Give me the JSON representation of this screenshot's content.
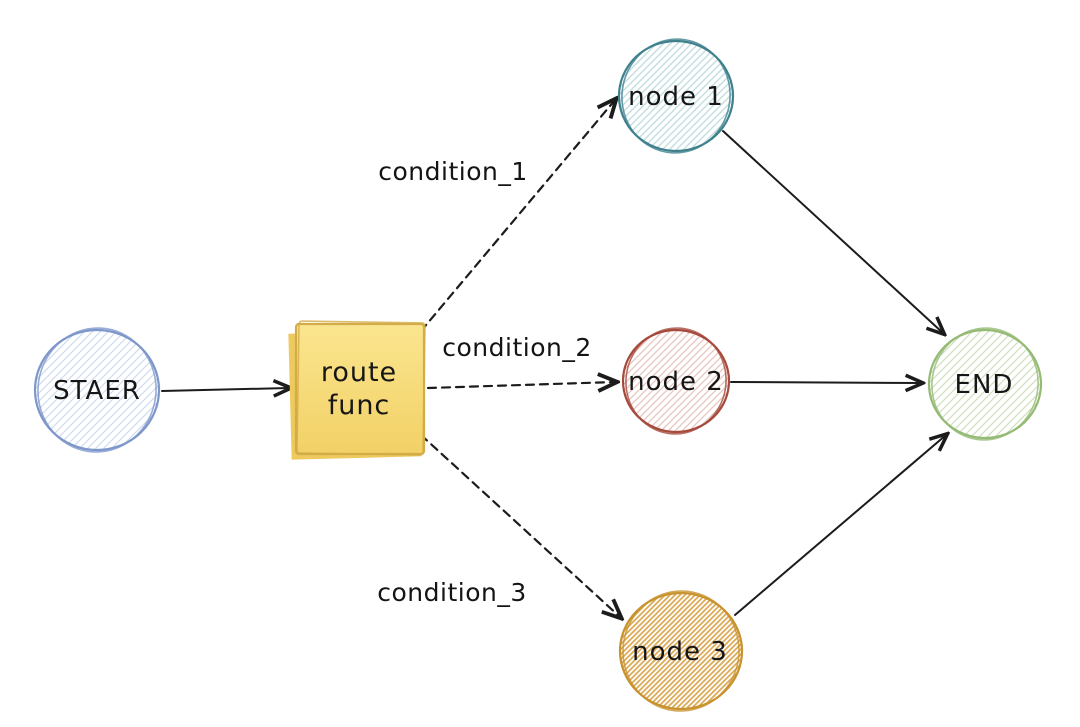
{
  "diagram": {
    "type": "flowchart",
    "background": "#ffffff",
    "edge_color": "#1c1c1c",
    "text_color": "#141414",
    "nodes": {
      "start": {
        "label": "STAER",
        "shape": "circle",
        "stroke": "#7e97cb",
        "hatch": "#d0dbf0"
      },
      "router": {
        "line1": "route",
        "line2": "func",
        "shape": "square",
        "border": "#d3ac49",
        "fill_top": "#fae58f",
        "fill_bottom": "#f2d166",
        "shadow": "#eec95d"
      },
      "node1": {
        "label": "node 1",
        "shape": "circle",
        "stroke": "#3e818d",
        "hatch": "#c2dedf"
      },
      "node2": {
        "label": "node 2",
        "shape": "circle",
        "stroke": "#a54a3c",
        "hatch": "#e8c6bf"
      },
      "node3": {
        "label": "node 3",
        "shape": "circle",
        "stroke": "#c8922e",
        "hatch": "#dcab58"
      },
      "end": {
        "label": "END",
        "shape": "circle",
        "stroke": "#94ba74",
        "hatch": "#cfe0bd"
      }
    },
    "edges": {
      "start_router": {
        "from": "STAER",
        "to": "route func",
        "style": "solid",
        "label": ""
      },
      "router_node1": {
        "from": "route func",
        "to": "node 1",
        "style": "dashed",
        "label": "condition_1"
      },
      "router_node2": {
        "from": "route func",
        "to": "node 2",
        "style": "dashed",
        "label": "condition_2"
      },
      "router_node3": {
        "from": "route func",
        "to": "node 3",
        "style": "dashed",
        "label": "condition_3"
      },
      "node1_end": {
        "from": "node 1",
        "to": "END",
        "style": "solid",
        "label": ""
      },
      "node2_end": {
        "from": "node 2",
        "to": "END",
        "style": "solid",
        "label": ""
      },
      "node3_end": {
        "from": "node 3",
        "to": "END",
        "style": "solid",
        "label": ""
      }
    }
  }
}
